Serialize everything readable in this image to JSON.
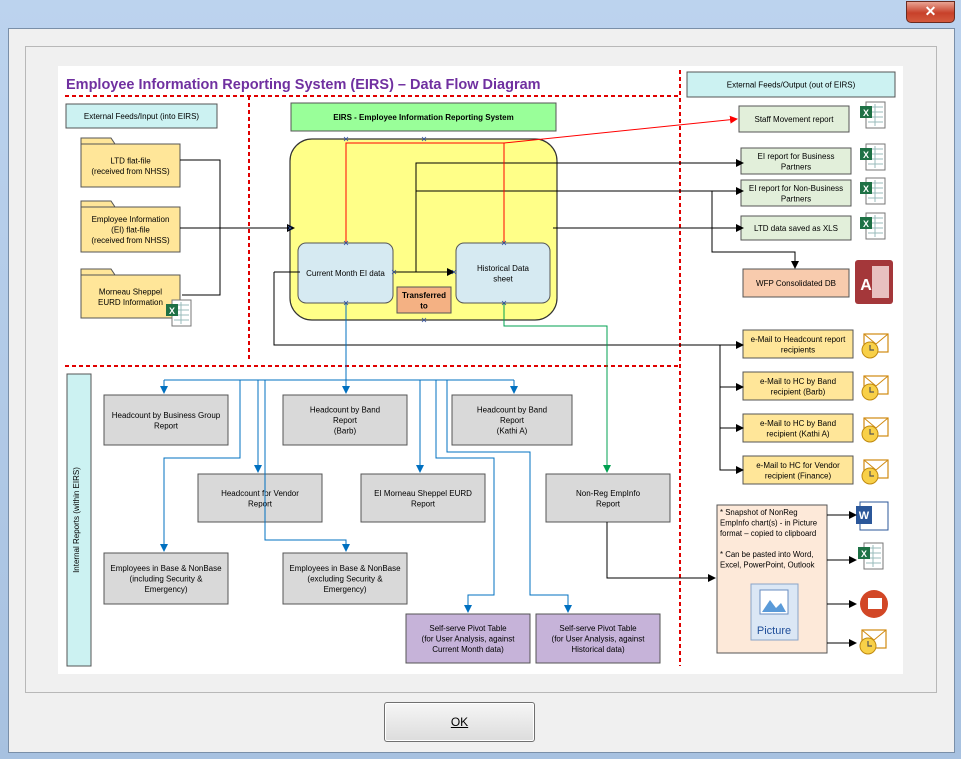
{
  "window": {
    "close_glyph": "✕"
  },
  "dialog": {
    "ok_label": "OK"
  },
  "diagram": {
    "title": "Employee Information Reporting System (EIRS) – Data Flow Diagram",
    "sections": {
      "input": "External Feeds/Input (into EIRS)",
      "system": "EIRS - Employee Information Reporting System",
      "output": "External Feeds/Output (out of EIRS)",
      "internal": "Internal Reports (within EIRS)"
    },
    "inputs": [
      [
        "LTD flat-file",
        "(received from NHSS)"
      ],
      [
        "Employee Information",
        "(EI) flat-file",
        "(received from NHSS)"
      ],
      [
        "Morneau Sheppel",
        "EURD Information"
      ]
    ],
    "core": {
      "current": "Current Month EI data",
      "historical": [
        "Historical Data",
        "sheet"
      ],
      "transferred": [
        "Transferred",
        "to"
      ]
    },
    "outputs": [
      [
        "Staff Movement report"
      ],
      [
        "EI report for Business",
        "Partners"
      ],
      [
        "EI report for Non-Business",
        "Partners"
      ],
      [
        "LTD data saved as XLS"
      ],
      [
        "WFP Consolidated DB"
      ]
    ],
    "emails": [
      [
        "e-Mail to Headcount report",
        "recipients"
      ],
      [
        "e-Mail to HC by Band",
        "recipient (Barb)"
      ],
      [
        "e-Mail to HC by Band",
        "recipient (Kathi A)"
      ],
      [
        "e-Mail to HC for Vendor",
        "recipient (Finance)"
      ]
    ],
    "reports": {
      "hc_business": [
        "Headcount by Business Group",
        "Report"
      ],
      "hc_band_barb": [
        "Headcount by Band",
        "Report",
        "(Barb)"
      ],
      "hc_band_kathi": [
        "Headcount by Band",
        "Report",
        "(Kathi A)"
      ],
      "hc_vendor": [
        "Headcount for Vendor",
        "Report"
      ],
      "ei_morneau": [
        "EI Morneau Sheppel EURD",
        "Report"
      ],
      "nonreg": [
        "Non-Reg EmpInfo",
        "Report"
      ],
      "emp_incl": [
        "Employees in Base & NonBase",
        "(including Security &",
        "Emergency)"
      ],
      "emp_excl": [
        "Employees in Base & NonBase",
        "(excluding Security &",
        "Emergency)"
      ],
      "pivot_current": [
        "Self-serve Pivot Table",
        "(for User Analysis, against",
        "Current Month data)"
      ],
      "pivot_hist": [
        "Self-serve Pivot Table",
        "(for User Analysis, against",
        "Historical data)"
      ]
    },
    "snapshot": [
      "* Snapshot of NonReg",
      "EmpInfo chart(s) - in Picture",
      "format – copied to clipboard",
      "",
      "* Can be pasted into Word,",
      "Excel, PowerPoint, Outlook"
    ],
    "picture_label": "Picture",
    "icon_letters": {
      "access": "A",
      "word": "W"
    },
    "colors": {
      "title": "#7030a0",
      "red_dash": "#e00000",
      "input_box": "#ffe699",
      "system_bg": "#ffff88",
      "core_box": "#d6eaf2",
      "transfer_box": "#f4b183",
      "output_box": "#e2efda",
      "email_box": "#ffe699",
      "gray_report": "#d9d9d9",
      "pivot": "#c6b3d9",
      "snapshot": "#fde9d9",
      "system_header": "#99ff99",
      "cyan_header": "#ccf2f2",
      "db_box": "#f8cbad",
      "blue_line": "#0070c0",
      "green_line": "#00a050",
      "red_line": "#ff0000"
    }
  }
}
